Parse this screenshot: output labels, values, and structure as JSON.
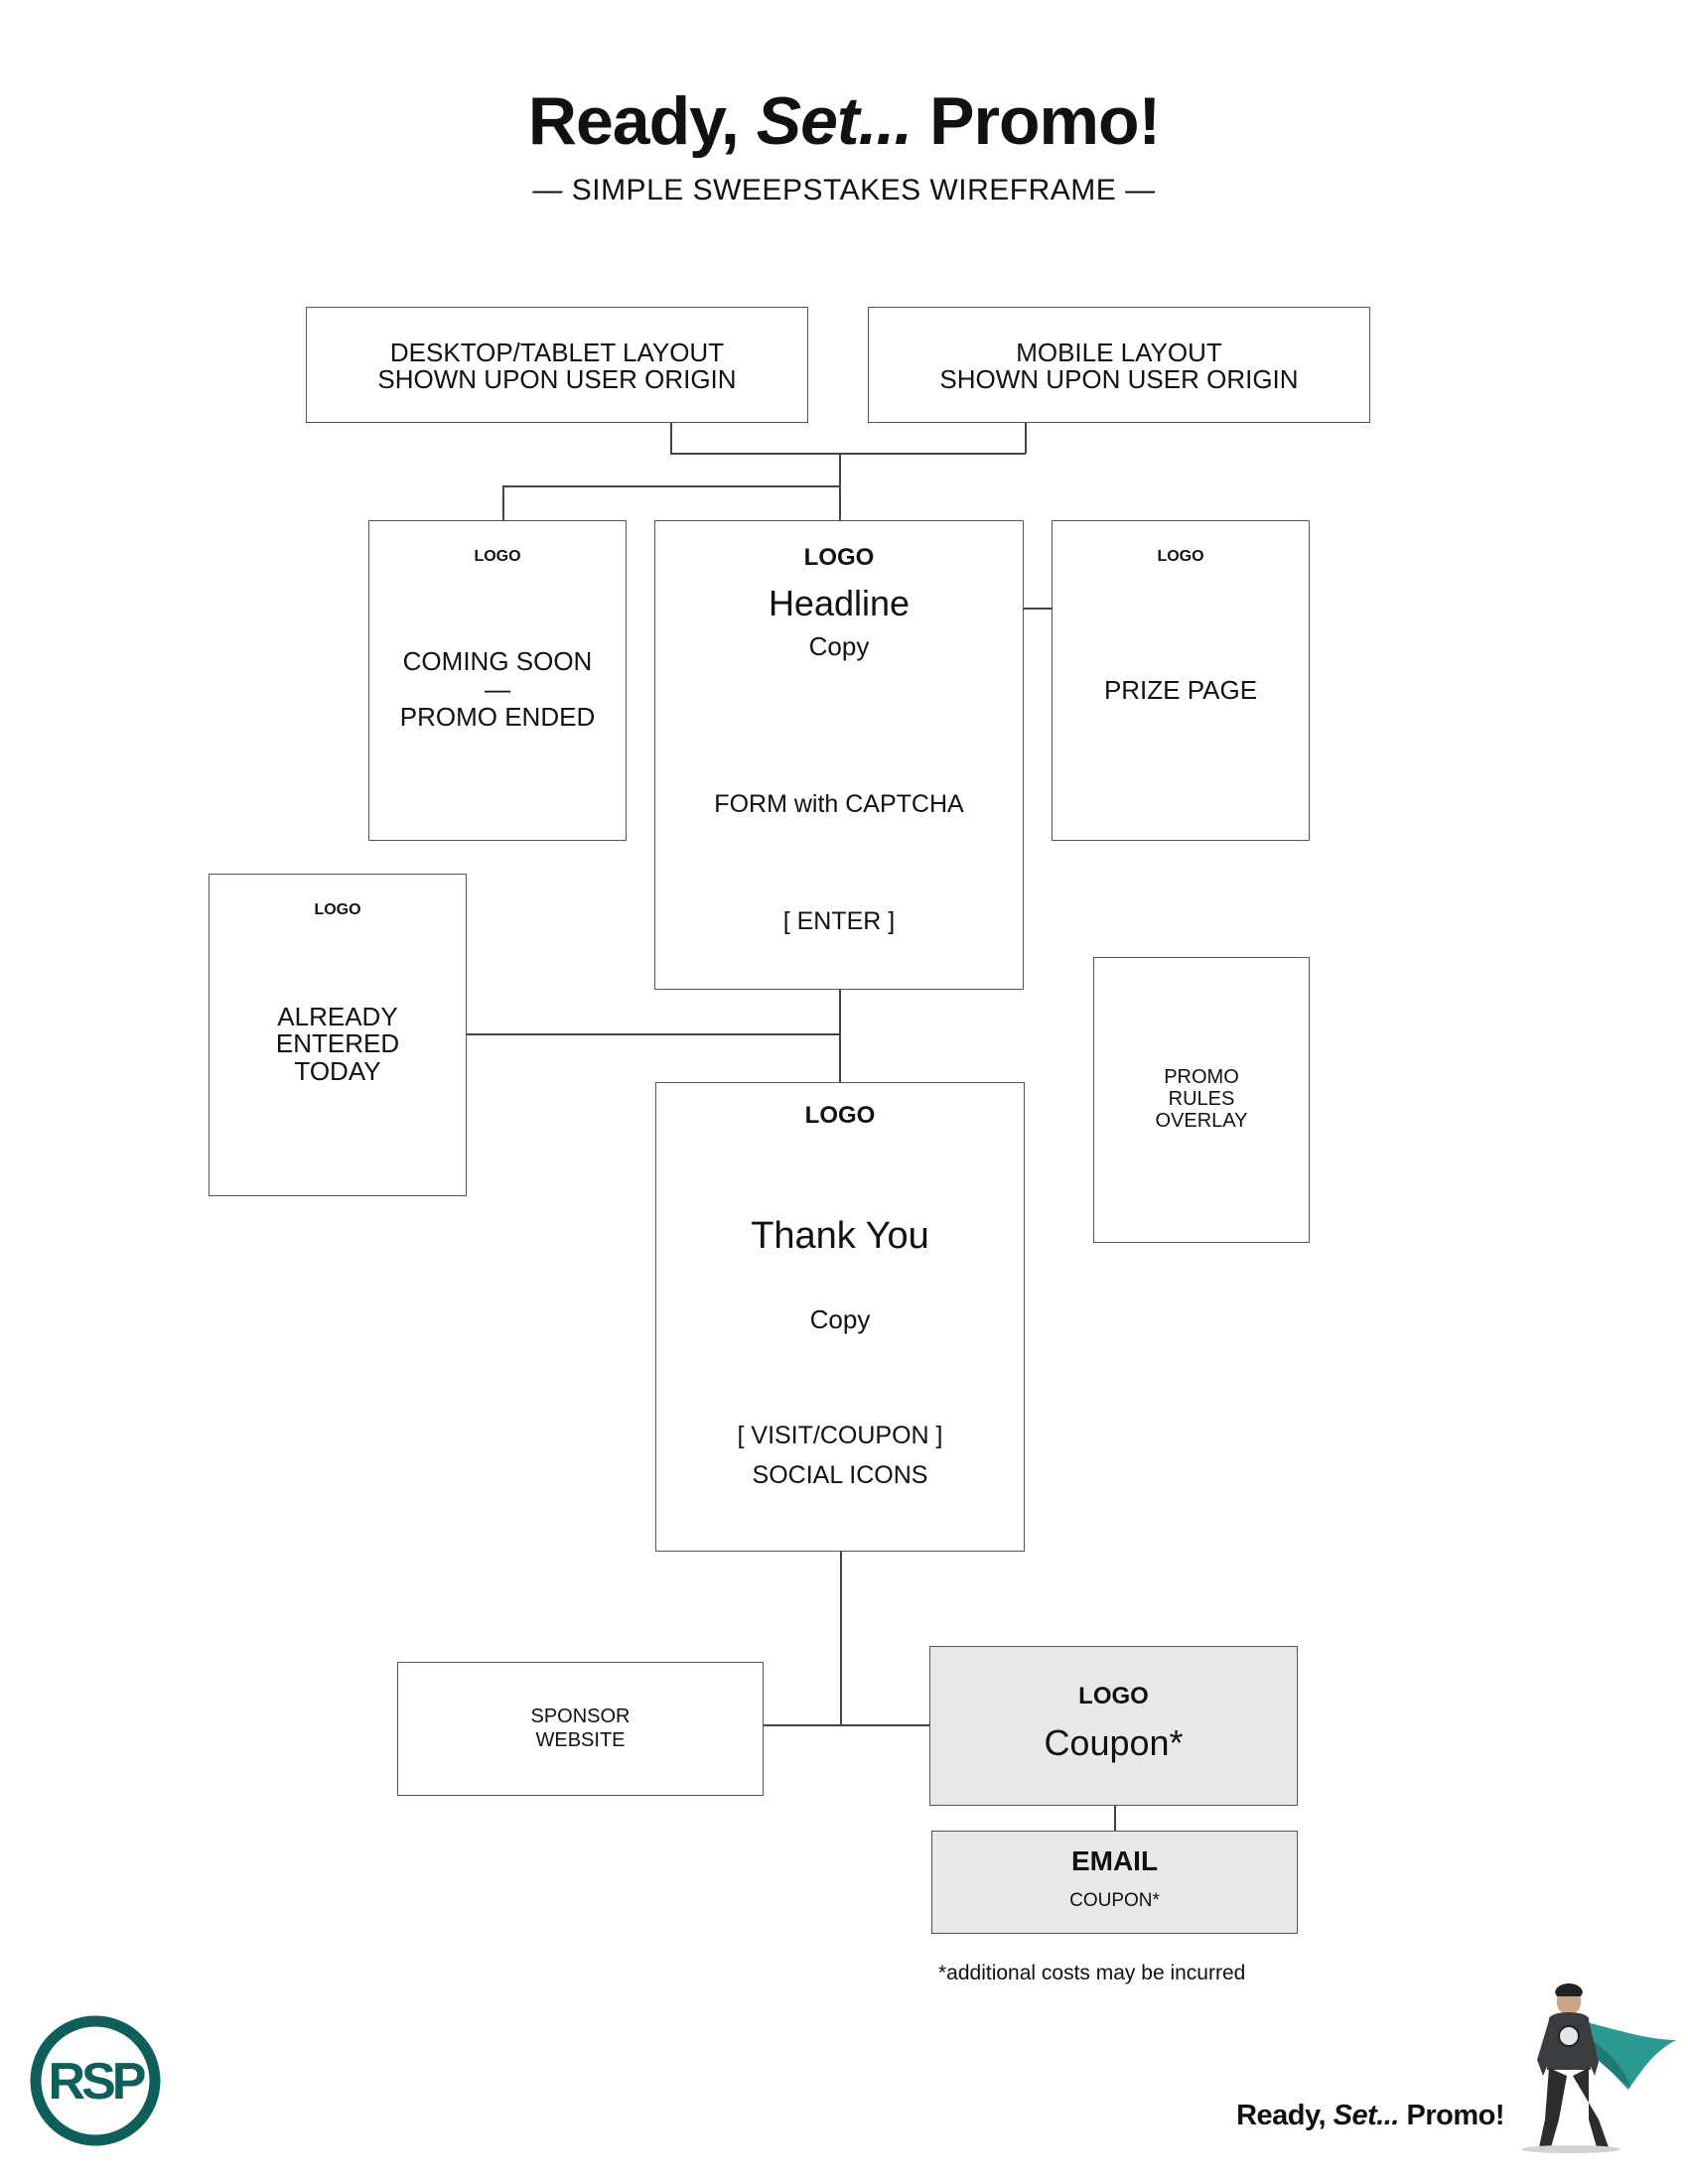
{
  "header": {
    "title_a": "Ready,",
    "title_b": "Set...",
    "title_c": "Promo!",
    "subtitle": "— SIMPLE SWEEPSTAKES WIREFRAME —"
  },
  "nodes": {
    "desktop": "DESKTOP/TABLET LAYOUT\nSHOWN UPON USER ORIGIN",
    "mobile": "MOBILE LAYOUT\nSHOWN UPON USER ORIGIN",
    "coming_soon": {
      "logo": "LOGO",
      "body": "COMING SOON\n—\nPROMO ENDED"
    },
    "main": {
      "logo": "LOGO",
      "headline": "Headline",
      "copy": "Copy",
      "form": "FORM with CAPTCHA",
      "cta": "[ ENTER ]"
    },
    "prize": {
      "logo": "LOGO",
      "body": "PRIZE PAGE"
    },
    "already": {
      "logo": "LOGO",
      "body": "ALREADY\nENTERED\nTODAY"
    },
    "rules": {
      "body": "PROMO\nRULES\nOVERLAY"
    },
    "thanks": {
      "logo": "LOGO",
      "headline": "Thank You",
      "copy": "Copy",
      "cta": "[ VISIT/COUPON ]",
      "social": "SOCIAL ICONS"
    },
    "sponsor": {
      "body": "SPONSOR\nWEBSITE"
    },
    "coupon": {
      "logo": "LOGO",
      "body": "Coupon*"
    },
    "email": {
      "title": "EMAIL",
      "body": "COUPON*"
    }
  },
  "footnote": "*additional costs may be incurred",
  "footer": {
    "brand_mark": "RSP",
    "tagline_a": "Ready,",
    "tagline_b": "Set...",
    "tagline_c": "Promo!"
  },
  "colors": {
    "brand_teal": "#0e5e5a",
    "cape_teal": "#2a9a93",
    "box_border": "#555555",
    "gray_box": "#e7e8e9"
  },
  "icons": [
    "rsp-logo-icon",
    "superhero-mascot-icon"
  ]
}
